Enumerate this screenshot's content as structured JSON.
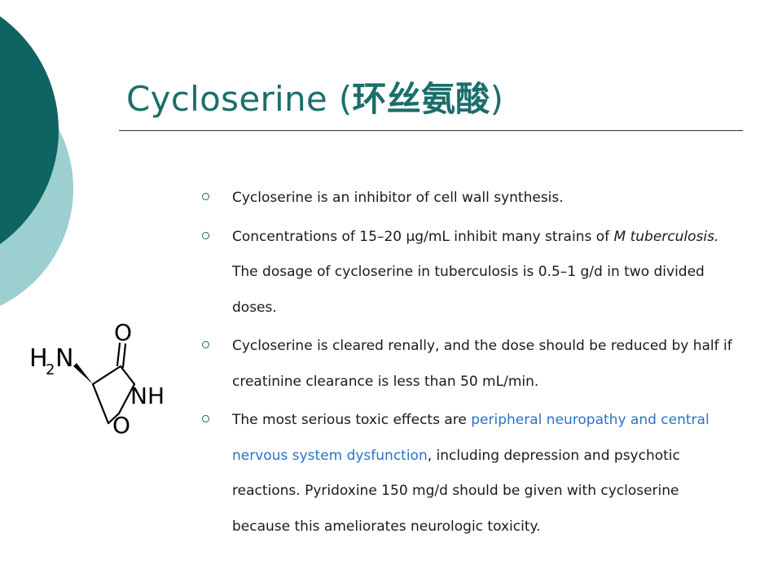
{
  "slide": {
    "title_en": "Cycloserine (",
    "title_zh": "环丝氨酸",
    "title_close": ")",
    "bullets": [
      {
        "text": "Cycloserine is an inhibitor of cell wall synthesis."
      },
      {
        "pre": "Concentrations of 15–20 μg/mL inhibit many strains of ",
        "italic": "M tuberculosis.",
        "post": " The dosage of cycloserine in tuberculosis is 0.5–1 g/d in two divided doses."
      },
      {
        "text": "Cycloserine is cleared renally, and the dose should be reduced by half if creatinine clearance is less than 50 mL/min."
      },
      {
        "pre": "The most serious toxic effects are ",
        "highlight": "peripheral neuropathy and central nervous system dysfunction",
        "post": ", including depression and psychotic reactions. Pyridoxine 150 mg/d should be given with cycloserine because this ameliorates neurologic toxicity."
      }
    ]
  },
  "molecule": {
    "amine_label": "H",
    "amine_subscript": "2",
    "amine_n": "N",
    "carbonyl_o": "O",
    "nh_label": "NH",
    "ring_o": "O"
  },
  "colors": {
    "dark_teal": "#0e6461",
    "light_teal": "#9ccfd0",
    "title": "#1b6e6b",
    "highlight": "#2a72c8"
  }
}
